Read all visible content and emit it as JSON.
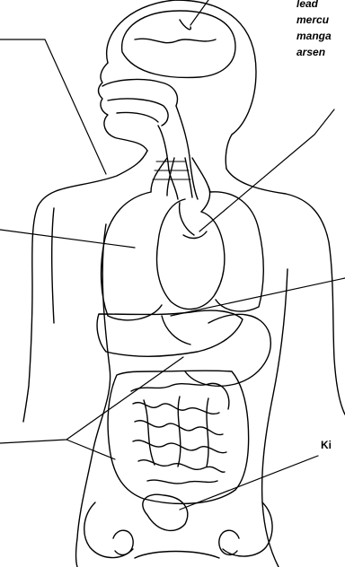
{
  "toxins": {
    "lead": "lead",
    "mercury": "mercu",
    "manganese": "manga",
    "arsenic": "arsen"
  },
  "organ_label_partial": "Ki",
  "colors": {
    "ink": "#000000",
    "background": "#ffffff"
  }
}
